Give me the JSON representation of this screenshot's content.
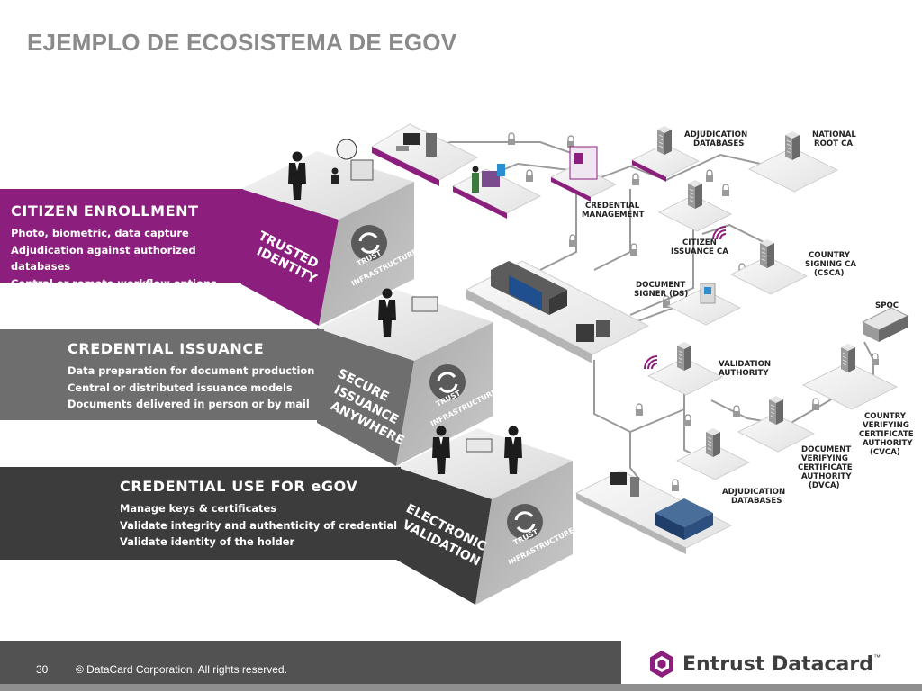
{
  "title": "EJEMPLO DE ECOSISTEMA DE EGOV",
  "colors": {
    "enrollment": "#8c1f7e",
    "issuance": "#6e6e6e",
    "use": "#3c3c3c",
    "title": "#8a8a8a"
  },
  "bands": [
    {
      "heading": "CITIZEN ENROLLMENT",
      "lines": [
        "Photo, biometric, data capture",
        "Adjudication against authorized databases",
        "Central or remote workflow options"
      ]
    },
    {
      "heading": "CREDENTIAL ISSUANCE",
      "lines": [
        "Data preparation for document production",
        "Central or distributed issuance models",
        "Documents delivered in person or by mail"
      ]
    },
    {
      "heading": "CREDENTIAL USE FOR eGOV",
      "lines": [
        "Manage keys & certificates",
        "Validate integrity and authenticity of credential",
        "Validate identity of the holder"
      ]
    }
  ],
  "cubes": [
    {
      "face1": "TRUSTED",
      "face2": "IDENTITY",
      "trust1": "TRUST",
      "trust2": "INFRASTRUCTURE"
    },
    {
      "face1": "SECURE",
      "face2": "ISSUANCE",
      "face3": "ANYWHERE",
      "trust1": "TRUST",
      "trust2": "INFRASTRUCTURE"
    },
    {
      "face1": "ELECTRONIC",
      "face2": "VALIDATION",
      "trust1": "TRUST",
      "trust2": "INFRASTRUCTURE"
    }
  ],
  "nodes": {
    "adjudication_db_top": [
      "ADJUDICATION",
      "DATABASES"
    ],
    "national_root_ca": [
      "NATIONAL",
      "ROOT CA"
    ],
    "credential_management": [
      "CREDENTIAL",
      "MANAGEMENT"
    ],
    "citizen_issuance_ca": [
      "CITIZEN",
      "ISSUANCE CA"
    ],
    "country_signing_ca": [
      "COUNTRY",
      "SIGNING CA",
      "(CSCA)"
    ],
    "document_signer": [
      "DOCUMENT",
      "SIGNER (DS)"
    ],
    "spoc": [
      "SPOC"
    ],
    "validation_authority": [
      "VALIDATION",
      "AUTHORITY"
    ],
    "country_verifying_ca": [
      "COUNTRY",
      "VERIFYING",
      "CERTIFICATE",
      "AUTHORITY",
      "(CVCA)"
    ],
    "document_verifying_ca": [
      "DOCUMENT",
      "VERIFYING",
      "CERTIFICATE",
      "AUTHORITY",
      "(DVCA)"
    ],
    "adjudication_db_bottom": [
      "ADJUDICATION",
      "DATABASES"
    ]
  },
  "footer": {
    "page_number": "30",
    "copyright": "© DataCard Corporation. All rights reserved.",
    "brand": "Entrust Datacard",
    "trademark": "™"
  }
}
